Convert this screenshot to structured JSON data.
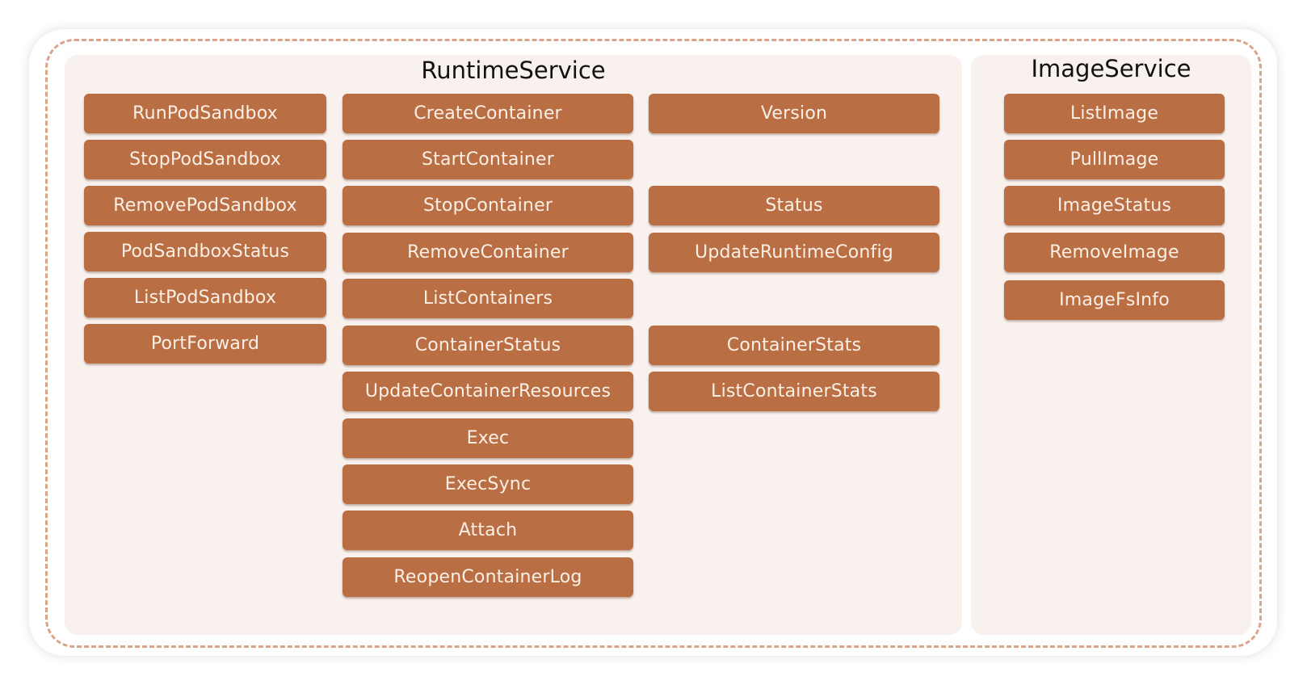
{
  "runtime_service": {
    "title": "RuntimeService",
    "pod_sandbox": [
      "RunPodSandbox",
      "StopPodSandbox",
      "RemovePodSandbox",
      "PodSandboxStatus",
      "ListPodSandbox",
      "PortForward"
    ],
    "container": [
      "CreateContainer",
      "StartContainer",
      "StopContainer",
      "RemoveContainer",
      "ListContainers",
      "ContainerStatus",
      "UpdateContainerResources",
      "Exec",
      "ExecSync",
      "Attach",
      "ReopenContainerLog"
    ],
    "runtime": [
      "Version",
      "Status",
      "UpdateRuntimeConfig",
      "ContainerStats",
      "ListContainerStats"
    ]
  },
  "image_service": {
    "title": "ImageService",
    "methods": [
      "ListImage",
      "PullImage",
      "ImageStatus",
      "RemoveImage",
      "ImageFsInfo"
    ]
  },
  "colors": {
    "button": "#b96f43",
    "button_text": "#fcefe6",
    "panel": "#f8f1ee",
    "dashed_border": "#d9a48a"
  }
}
